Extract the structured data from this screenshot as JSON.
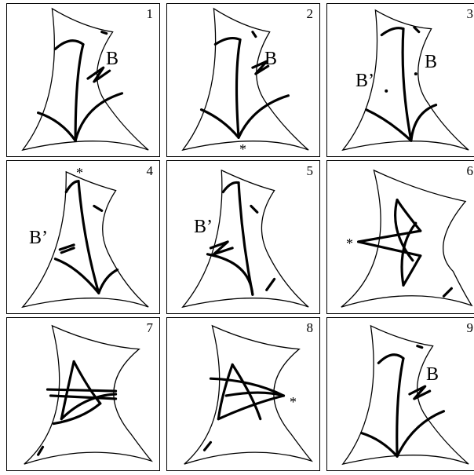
{
  "panels": [
    {
      "number": "1",
      "label": "B"
    },
    {
      "number": "2",
      "label": "B",
      "marker": "*"
    },
    {
      "number": "3",
      "label": "B",
      "label2": "B’"
    },
    {
      "number": "4",
      "label": "B’",
      "marker": "*"
    },
    {
      "number": "5",
      "label": "B’"
    },
    {
      "number": "6",
      "marker": "*"
    },
    {
      "number": "7"
    },
    {
      "number": "8",
      "marker": "*"
    },
    {
      "number": "9",
      "label": "B"
    }
  ]
}
